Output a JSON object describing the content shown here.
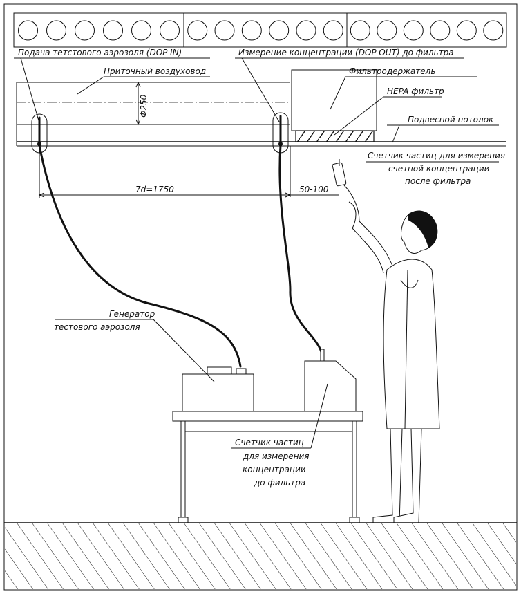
{
  "labels": {
    "dop_in": "Подача тетстового аэрозоля (DOP-IN)",
    "dop_out": "Измерение концентрации (DOP-OUT) до фильтра",
    "supply_duct": "Приточный воздуховод",
    "filter_holder": "Фильтродержатель",
    "hepa_filter": "HEPA фильтр",
    "suspended_ceiling": "Подвесной потолок",
    "diameter": "Ф250",
    "distance_7d": "7d=1750",
    "distance_50_100": "50-100",
    "counter_after_1": "Счетчик частиц для измерения",
    "counter_after_2": "счетной концентрации",
    "counter_after_3": "после фильтра",
    "generator_1": "Генератор",
    "generator_2": "тестового аэрозоля",
    "counter_before_1": "Счетчик частиц",
    "counter_before_2": "для измерения",
    "counter_before_3": "концентрации",
    "counter_before_4": "до фильтра"
  },
  "ceiling_light_groups": 3,
  "ceiling_lights_per_group": 6
}
